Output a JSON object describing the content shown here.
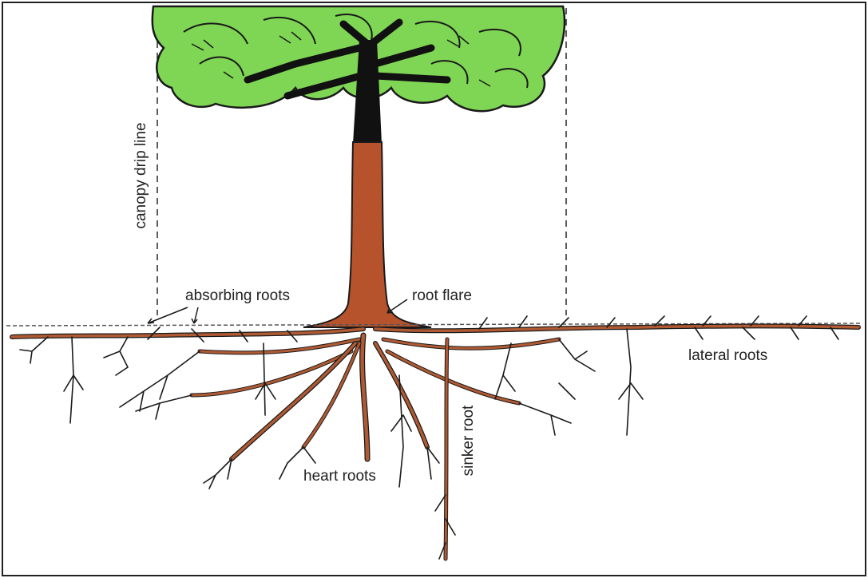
{
  "labels": {
    "canopy_drip_line": "canopy drip line",
    "absorbing_roots": "absorbing roots",
    "root_flare": "root flare",
    "lateral_roots": "lateral roots",
    "heart_roots": "heart roots",
    "sinker_root": "sinker root"
  },
  "colors": {
    "canopy": "#7fd654",
    "trunk_dark": "#111111",
    "trunk": "#b7532c",
    "roots": "#b05a33",
    "fine_roots": "#1a1a1a",
    "ground_line": "#555555"
  }
}
